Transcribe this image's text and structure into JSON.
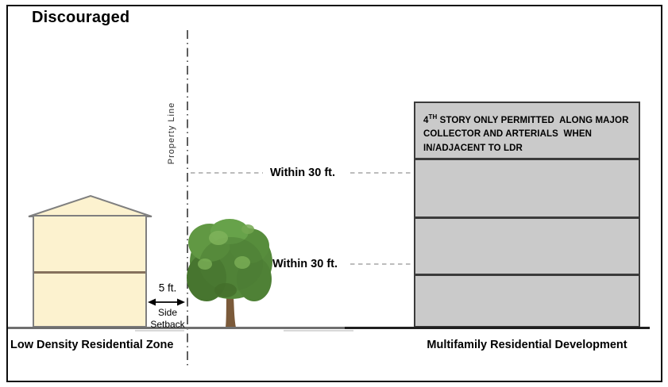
{
  "title": "Discouraged",
  "property_line_label": "Property Line",
  "leaders": {
    "upper_label": "Within 30 ft.",
    "lower_label": "Within 30 ft."
  },
  "setback": {
    "distance": "5 ft.",
    "label": "Side Setback"
  },
  "left_zone": {
    "zone_label": "Low Density Residential Zone"
  },
  "right_zone": {
    "zone_label": "Multifamily Residential Development",
    "stories_visible": 4,
    "note": {
      "num": "4",
      "sup": "TH",
      "rest": " STORY ONLY PERMITTED  ALONG MAJOR COLLECTOR AND ARTERIALS  WHEN IN/ADJACENT TO LDR"
    }
  },
  "colors": {
    "house_fill": "#FCF2CF",
    "house_border": "#7F7F7F",
    "building_fill": "#CACACA",
    "building_border": "#3B3B3B",
    "ground_dark": "#1F1F1F",
    "leader_gray": "#A6A6A6",
    "tree_green": "#55893B",
    "trunk_brown": "#7B5A3A"
  }
}
